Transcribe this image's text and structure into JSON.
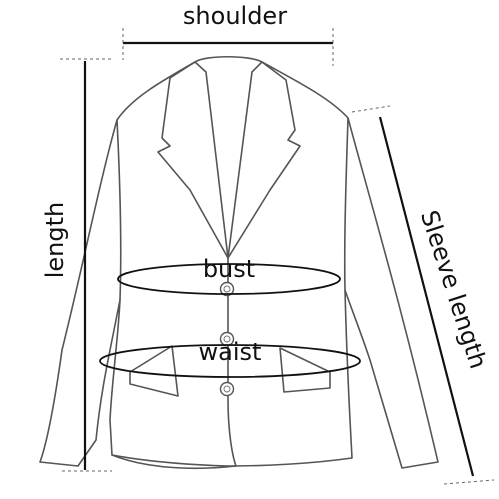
{
  "labels": {
    "shoulder": "shoulder",
    "length": "length",
    "bust": "bust",
    "waist": "waist",
    "sleeve_length": "Sleeve length"
  },
  "colors": {
    "line": "#111111",
    "garment_outline": "#555555",
    "background": "#ffffff"
  }
}
